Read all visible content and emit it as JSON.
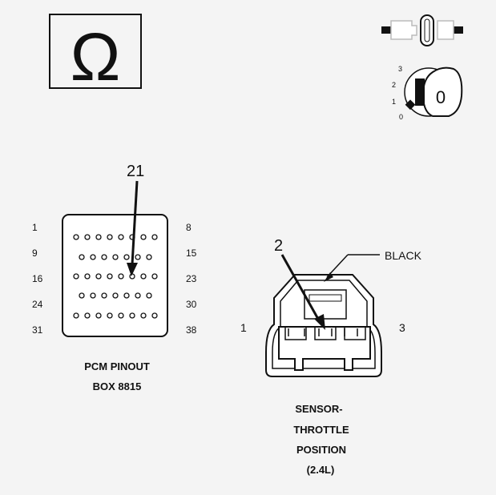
{
  "ohms_symbol": "Ω",
  "ignition": {
    "positions": [
      "3",
      "2",
      "1",
      "0"
    ],
    "key_position": "0"
  },
  "pcm": {
    "callout": "21",
    "row_labels_left": [
      "1",
      "9",
      "16",
      "24",
      "31"
    ],
    "row_labels_right": [
      "8",
      "15",
      "23",
      "30",
      "38"
    ],
    "caption_line1": "PCM PINOUT",
    "caption_line2": "BOX 8815"
  },
  "sensor": {
    "callout": "2",
    "color_label": "BLACK",
    "pin_left": "1",
    "pin_right": "3",
    "caption_line1": "SENSOR-",
    "caption_line2": "THROTTLE",
    "caption_line3": "POSITION",
    "caption_line4": "(2.4L)"
  }
}
